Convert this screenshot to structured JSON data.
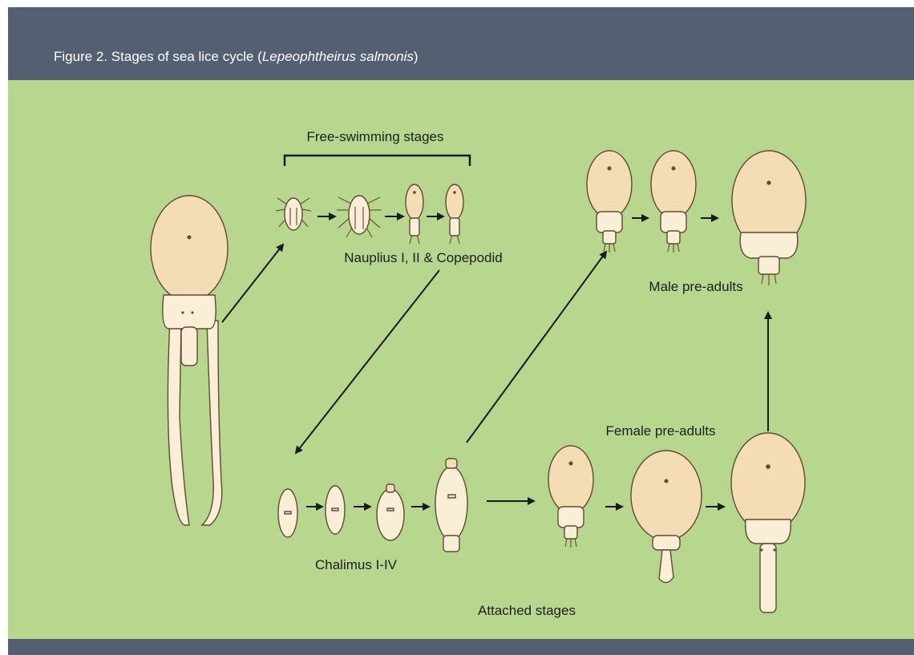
{
  "figure": {
    "title_prefix": "Figure 2. Stages of sea lice cycle (",
    "title_species": "Lepeophtheirus salmonis",
    "title_suffix": ")"
  },
  "labels": {
    "free_swimming": "Free-swimming stages",
    "nauplius": "Nauplius I, II & Copepodid",
    "chalimus": "Chalimus I-IV",
    "attached": "Attached stages",
    "male_preadults": "Male pre-adults",
    "female_preadults": "Female pre-adults"
  },
  "colors": {
    "header": "#536071",
    "panel": "#b7d78f",
    "lice_body": "#f4dcb4",
    "outline": "#5e4a35"
  }
}
